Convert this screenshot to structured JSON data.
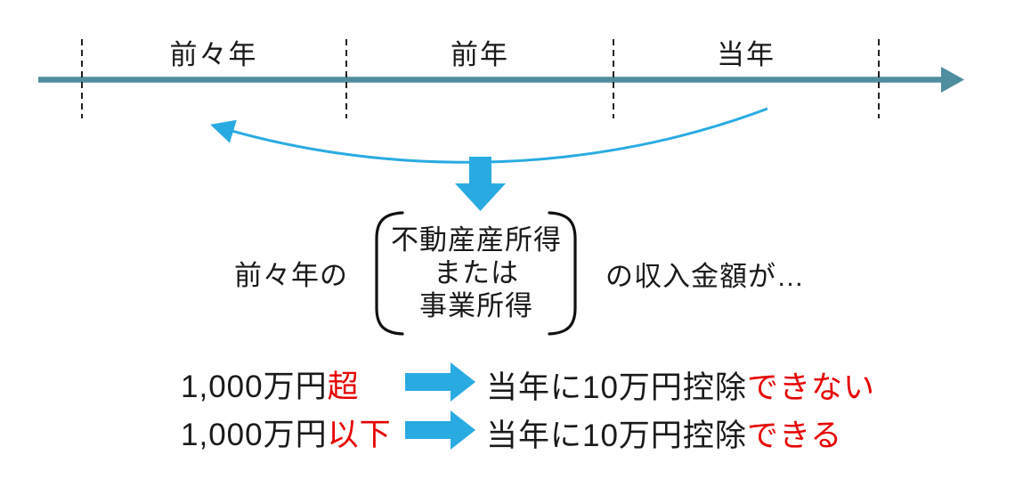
{
  "colors": {
    "timeline_teal": "#4e8e9e",
    "arrow_blue": "#29abe2",
    "highlight_red": "#e60000",
    "text_black": "#1a1a1a"
  },
  "timeline": {
    "labels": [
      {
        "label": "前々年"
      },
      {
        "label": "前年"
      },
      {
        "label": "当年"
      }
    ]
  },
  "middle": {
    "prefix": "前々年の",
    "bracket_lines": [
      "不動産産所得",
      "または",
      "事業所得"
    ],
    "suffix": "の収入金額が…"
  },
  "conditions": [
    {
      "amount": "1,000万円",
      "qualifier": "超",
      "result": "当年に10万円控除",
      "outcome": "できない"
    },
    {
      "amount": "1,000万円",
      "qualifier": "以下",
      "result": "当年に10万円控除",
      "outcome": "できる"
    }
  ]
}
